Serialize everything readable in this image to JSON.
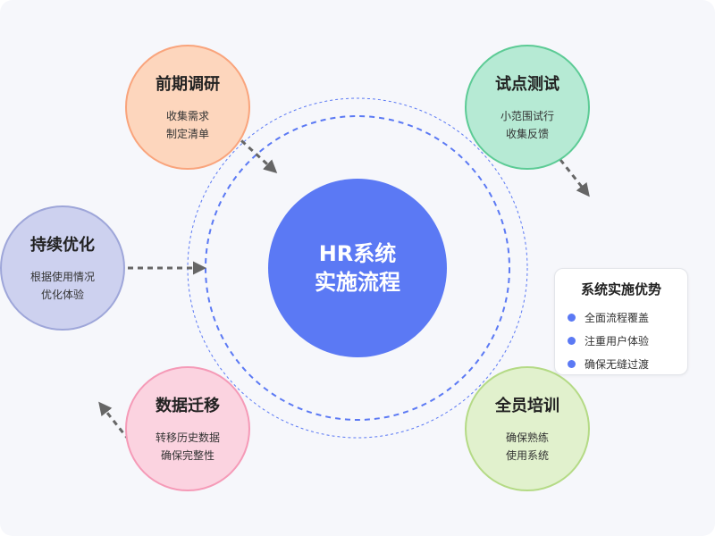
{
  "center": {
    "line1": "HR系统",
    "line2": "实施流程"
  },
  "stages": [
    {
      "title": "前期调研",
      "line1": "收集需求",
      "line2": "制定清单"
    },
    {
      "title": "试点测试",
      "line1": "小范围试行",
      "line2": "收集反馈"
    },
    {
      "title": "全员培训",
      "line1": "确保熟练",
      "line2": "使用系统"
    },
    {
      "title": "数据迁移",
      "line1": "转移历史数据",
      "line2": "确保完整性"
    },
    {
      "title": "持续优化",
      "line1": "根据使用情况",
      "line2": "优化体验"
    }
  ],
  "legend": {
    "title": "系统实施优势",
    "items": [
      "全面流程覆盖",
      "注重用户体验",
      "确保无缝过渡"
    ]
  },
  "colors": {
    "accent": "#5b79f4",
    "arrow": "#666666"
  }
}
